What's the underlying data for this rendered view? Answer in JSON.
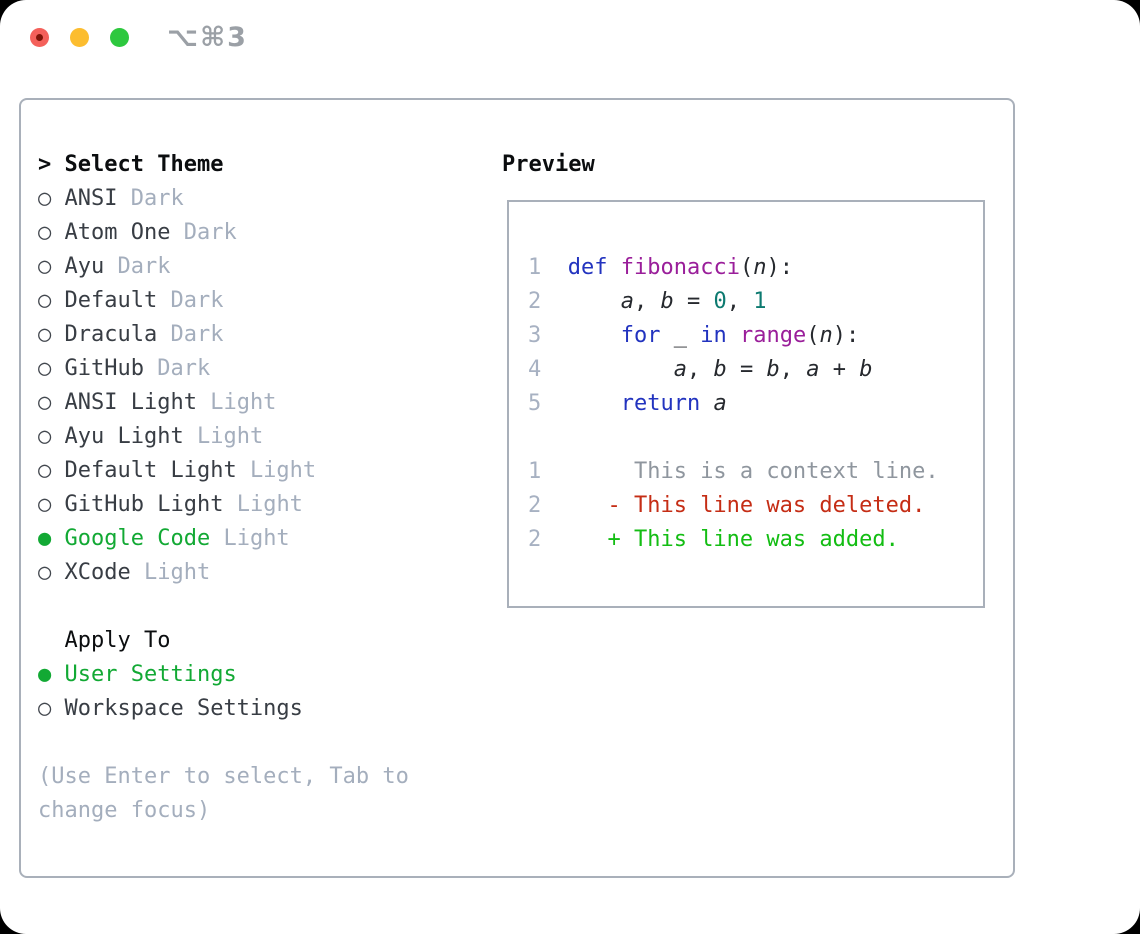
{
  "window": {
    "title": "⌥⌘3"
  },
  "theme_selector": {
    "heading_marker": ">",
    "heading": "Select Theme",
    "themes": [
      {
        "name": "ANSI",
        "variant": "Dark",
        "selected": false
      },
      {
        "name": "Atom One",
        "variant": "Dark",
        "selected": false
      },
      {
        "name": "Ayu",
        "variant": "Dark",
        "selected": false
      },
      {
        "name": "Default",
        "variant": "Dark",
        "selected": false
      },
      {
        "name": "Dracula",
        "variant": "Dark",
        "selected": false
      },
      {
        "name": "GitHub",
        "variant": "Dark",
        "selected": false
      },
      {
        "name": "ANSI Light",
        "variant": "Light",
        "selected": false
      },
      {
        "name": "Ayu Light",
        "variant": "Light",
        "selected": false
      },
      {
        "name": "Default Light",
        "variant": "Light",
        "selected": false
      },
      {
        "name": "GitHub Light",
        "variant": "Light",
        "selected": false
      },
      {
        "name": "Google Code",
        "variant": "Light",
        "selected": true
      },
      {
        "name": "XCode",
        "variant": "Light",
        "selected": false
      }
    ],
    "apply_to": {
      "heading": "Apply To",
      "options": [
        {
          "name": "User Settings",
          "selected": true
        },
        {
          "name": "Workspace Settings",
          "selected": false
        }
      ]
    },
    "help_text_lines": [
      "(Use Enter to select, Tab to",
      "change focus)"
    ]
  },
  "preview": {
    "heading": "Preview",
    "code_lines": [
      {
        "num": "1",
        "tokens": [
          [
            "plain",
            "  "
          ],
          [
            "kw",
            "def"
          ],
          [
            "plain",
            " "
          ],
          [
            "fn",
            "fibonacci"
          ],
          [
            "plain",
            "("
          ],
          [
            "var",
            "n"
          ],
          [
            "plain",
            "):"
          ]
        ]
      },
      {
        "num": "2",
        "tokens": [
          [
            "plain",
            "      "
          ],
          [
            "var",
            "a"
          ],
          [
            "plain",
            ", "
          ],
          [
            "var",
            "b"
          ],
          [
            "plain",
            " = "
          ],
          [
            "lit",
            "0"
          ],
          [
            "plain",
            ", "
          ],
          [
            "lit",
            "1"
          ]
        ]
      },
      {
        "num": "3",
        "tokens": [
          [
            "plain",
            "      "
          ],
          [
            "kw",
            "for"
          ],
          [
            "plain",
            " "
          ],
          [
            "var",
            "_"
          ],
          [
            "plain",
            " "
          ],
          [
            "kw",
            "in"
          ],
          [
            "plain",
            " "
          ],
          [
            "fn",
            "range"
          ],
          [
            "plain",
            "("
          ],
          [
            "var",
            "n"
          ],
          [
            "plain",
            "):"
          ]
        ]
      },
      {
        "num": "4",
        "tokens": [
          [
            "plain",
            "          "
          ],
          [
            "var",
            "a"
          ],
          [
            "plain",
            ", "
          ],
          [
            "var",
            "b"
          ],
          [
            "plain",
            " = "
          ],
          [
            "var",
            "b"
          ],
          [
            "plain",
            ", "
          ],
          [
            "var",
            "a"
          ],
          [
            "plain",
            " + "
          ],
          [
            "var",
            "b"
          ]
        ]
      },
      {
        "num": "5",
        "tokens": [
          [
            "plain",
            "      "
          ],
          [
            "kw",
            "return"
          ],
          [
            "plain",
            " "
          ],
          [
            "var",
            "a"
          ]
        ]
      },
      {
        "num": "",
        "tokens": []
      },
      {
        "num": "1",
        "tokens": [
          [
            "ctx",
            "       This is a context line."
          ]
        ]
      },
      {
        "num": "2",
        "tokens": [
          [
            "del",
            "     - This line was deleted."
          ]
        ]
      },
      {
        "num": "2",
        "tokens": [
          [
            "add",
            "     + This line was added."
          ]
        ]
      }
    ]
  },
  "colors": {
    "window_bg": "#ffffff",
    "panel_border": "#a9b0ba",
    "heading_black": "#0b0d0f",
    "text_dark": "#383d44",
    "muted_gray": "#a4aebd",
    "selected_green": "#12a934",
    "titlebar_title_gray": "#9ba0a6",
    "traffic_red": "#f4605a",
    "traffic_red_dot": "#7e1408",
    "traffic_yellow": "#fcbd2f",
    "traffic_green": "#2dc83e",
    "line_number_gray": "#a7b1c2",
    "keyword_blue": "#2233bf",
    "function_magenta": "#9a1e9a",
    "literal_teal": "#0d7a70",
    "code_text": "#26292e",
    "context_gray": "#8f969e",
    "deleted_red": "#c52d15",
    "added_green": "#13bd13"
  }
}
